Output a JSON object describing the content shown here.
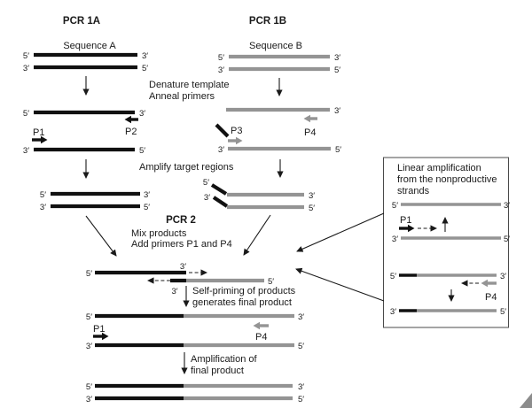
{
  "diagram": {
    "titles": {
      "pcr1a": "PCR 1A",
      "pcr1b": "PCR 1B",
      "pcr2": "PCR 2"
    },
    "sequences": {
      "a": "Sequence A",
      "b": "Sequence B"
    },
    "primes": {
      "five": "5′",
      "three": "3′"
    },
    "primers": {
      "p1": "P1",
      "p2": "P2",
      "p3": "P3",
      "p4": "P4"
    },
    "steps": {
      "denature": "Denature template",
      "anneal": "Anneal primers",
      "amplify": "Amplify target regions",
      "mix": "Mix products",
      "add_primers": "Add primers P1 and P4",
      "self_priming_line1": "Self-priming of products",
      "self_priming_line2": "generates final product",
      "amplify_final_line1": "Amplification of",
      "amplify_final_line2": "final product"
    },
    "note_box": {
      "line1": "Linear amplification",
      "line2": "from the nonproductive",
      "line3": "strands"
    },
    "colors": {
      "strand_a": "#111111",
      "strand_b": "#949494",
      "text": "#1a1a1a"
    }
  }
}
